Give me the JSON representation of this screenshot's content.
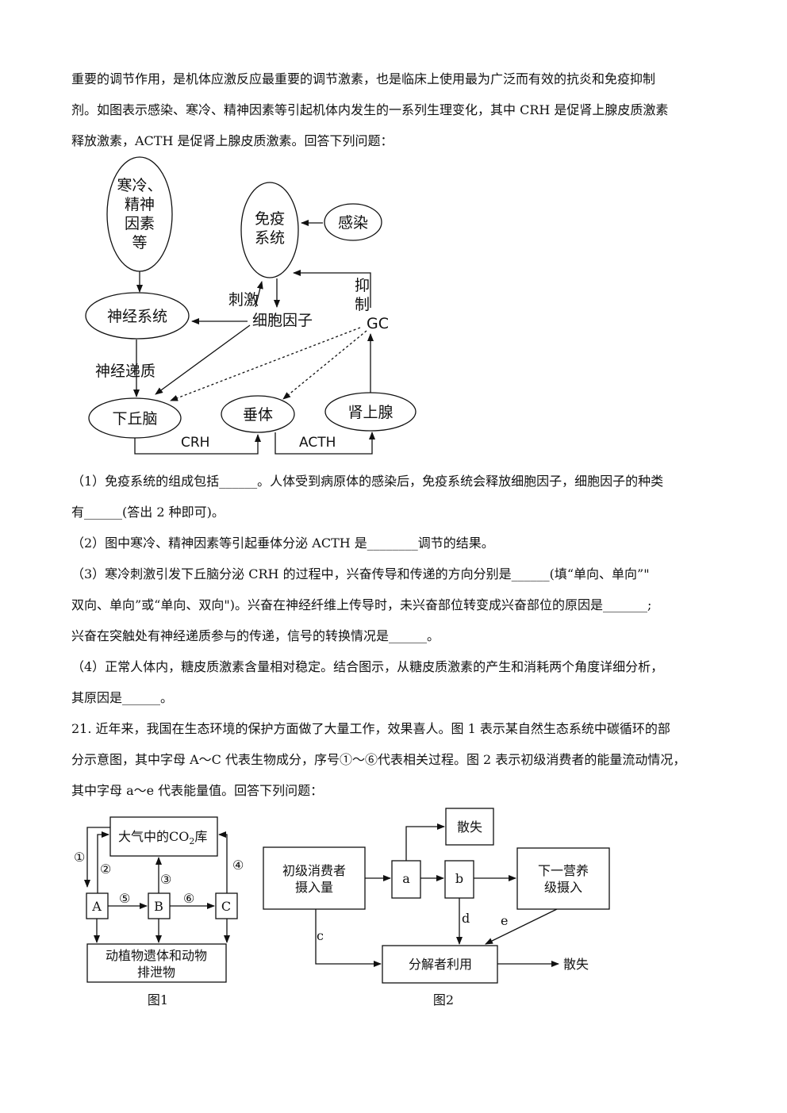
{
  "intro": {
    "line1": "重要的调节作用，是机体应激反应最重要的调节激素，也是临床上使用最为广泛而有效的抗炎和免疫抑制",
    "line2": "剂。如图表示感染、寒冷、精神因素等引起机体内发生的一系列生理变化，其中 CRH 是促肾上腺皮质激素",
    "line3": "释放激素，ACTH 是促肾上腺皮质激素。回答下列问题："
  },
  "fig_hormone": {
    "cold": [
      "寒冷、",
      "精神",
      "因素",
      "等"
    ],
    "immune": [
      "免疫",
      "系统"
    ],
    "infection": "感染",
    "nervous": "神经系统",
    "hypothalamus": "下丘脑",
    "pituitary": "垂体",
    "adrenal": "肾上腺",
    "stimulate": "刺激",
    "cytokine": "细胞因子",
    "inhibit": [
      "抑",
      "制"
    ],
    "gc": "GC",
    "neurotransmitter": "神经递质",
    "crh": "CRH",
    "acth": "ACTH"
  },
  "questions": {
    "q1a": "（1）免疫系统的组成包括______。人体受到病原体的感染后，免疫系统会释放细胞因子，细胞因子的种类",
    "q1b": "有______(答出 2 种即可)。",
    "q2": "（2）图中寒冷、精神因素等引起垂体分泌 ACTH 是________调节的结果。",
    "q3a": "（3）寒冷刺激引发下丘脑分泌 CRH 的过程中，兴奋传导和传递的方向分别是______(填“单向、单向”\"",
    "q3b": "双向、单向”或“单向、双向\")。兴奋在神经纤维上传导时，未兴奋部位转变成兴奋部位的原因是_______;",
    "q3c": "兴奋在突触处有神经递质参与的传递，信号的转换情况是______。",
    "q4a": "（4）正常人体内，糖皮质激素含量相对稳定。结合图示，从糖皮质激素的产生和消耗两个角度详细分析，",
    "q4b": "其原因是______。"
  },
  "q21": {
    "line1": "21. 近年来，我国在生态环境的保护方面做了大量工作，效果喜人。图 1 表示某自然生态系统中碳循环的部",
    "line2": "分示意图，其中字母 A～C 代表生物成分，序号①～⑥代表相关过程。图 2 表示初级消费者的能量流动情况，",
    "line3": "其中字母 a～e 代表能量值。回答下列问题："
  },
  "fig1": {
    "atmos_a": "大气中的CO",
    "atmos_sub": "2",
    "atmos_b": "库",
    "A": "A",
    "B": "B",
    "C": "C",
    "n1": "①",
    "n2": "②",
    "n3": "③",
    "n4": "④",
    "n5": "⑤",
    "n6": "⑥",
    "remains": [
      "动植物遗体和动物",
      "排泄物"
    ],
    "caption": "图1"
  },
  "fig2": {
    "intake": [
      "初级消费者",
      "摄入量"
    ],
    "a": "a",
    "b": "b",
    "loss_top": "散失",
    "next": [
      "下一营养",
      "级摄入"
    ],
    "c": "c",
    "d": "d",
    "e": "e",
    "decomposer": "分解者利用",
    "loss_right": "散失",
    "caption": "图2"
  }
}
